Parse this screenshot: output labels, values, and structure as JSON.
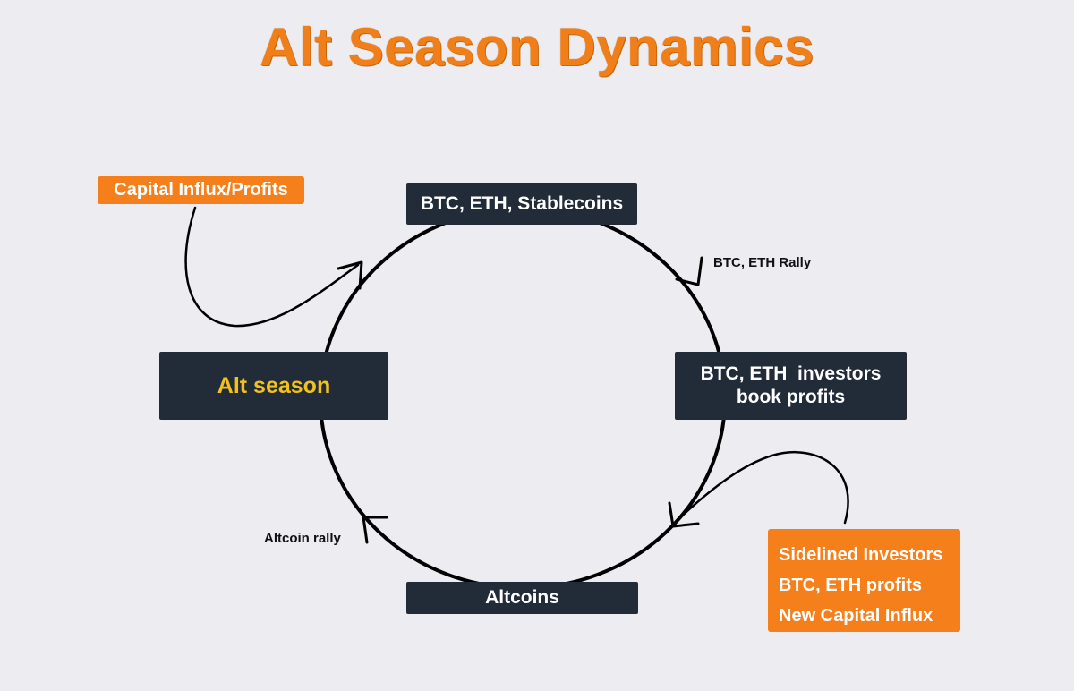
{
  "title": "Alt Season Dynamics",
  "nodes": {
    "top": "BTC, ETH, Stablecoins",
    "right_line1": "BTC, ETH  investors",
    "right_line2": "book profits",
    "bottom": "Altcoins",
    "left": "Alt season"
  },
  "edge_labels": {
    "rally": "BTC, ETH Rally",
    "altcoin_rally": "Altcoin rally"
  },
  "tags": {
    "capital": "Capital Influx/Profits",
    "sidelined": [
      "Sidelined Investors",
      "BTC, ETH profits",
      "New Capital Influx"
    ]
  },
  "colors": {
    "background": "#ececf1",
    "title": "#f07f19",
    "node_fill": "#222b38",
    "node_text": "#ffffff",
    "alt_season_text": "#f2c21b",
    "tag_fill": "#f47f1b",
    "line": "#000000"
  }
}
